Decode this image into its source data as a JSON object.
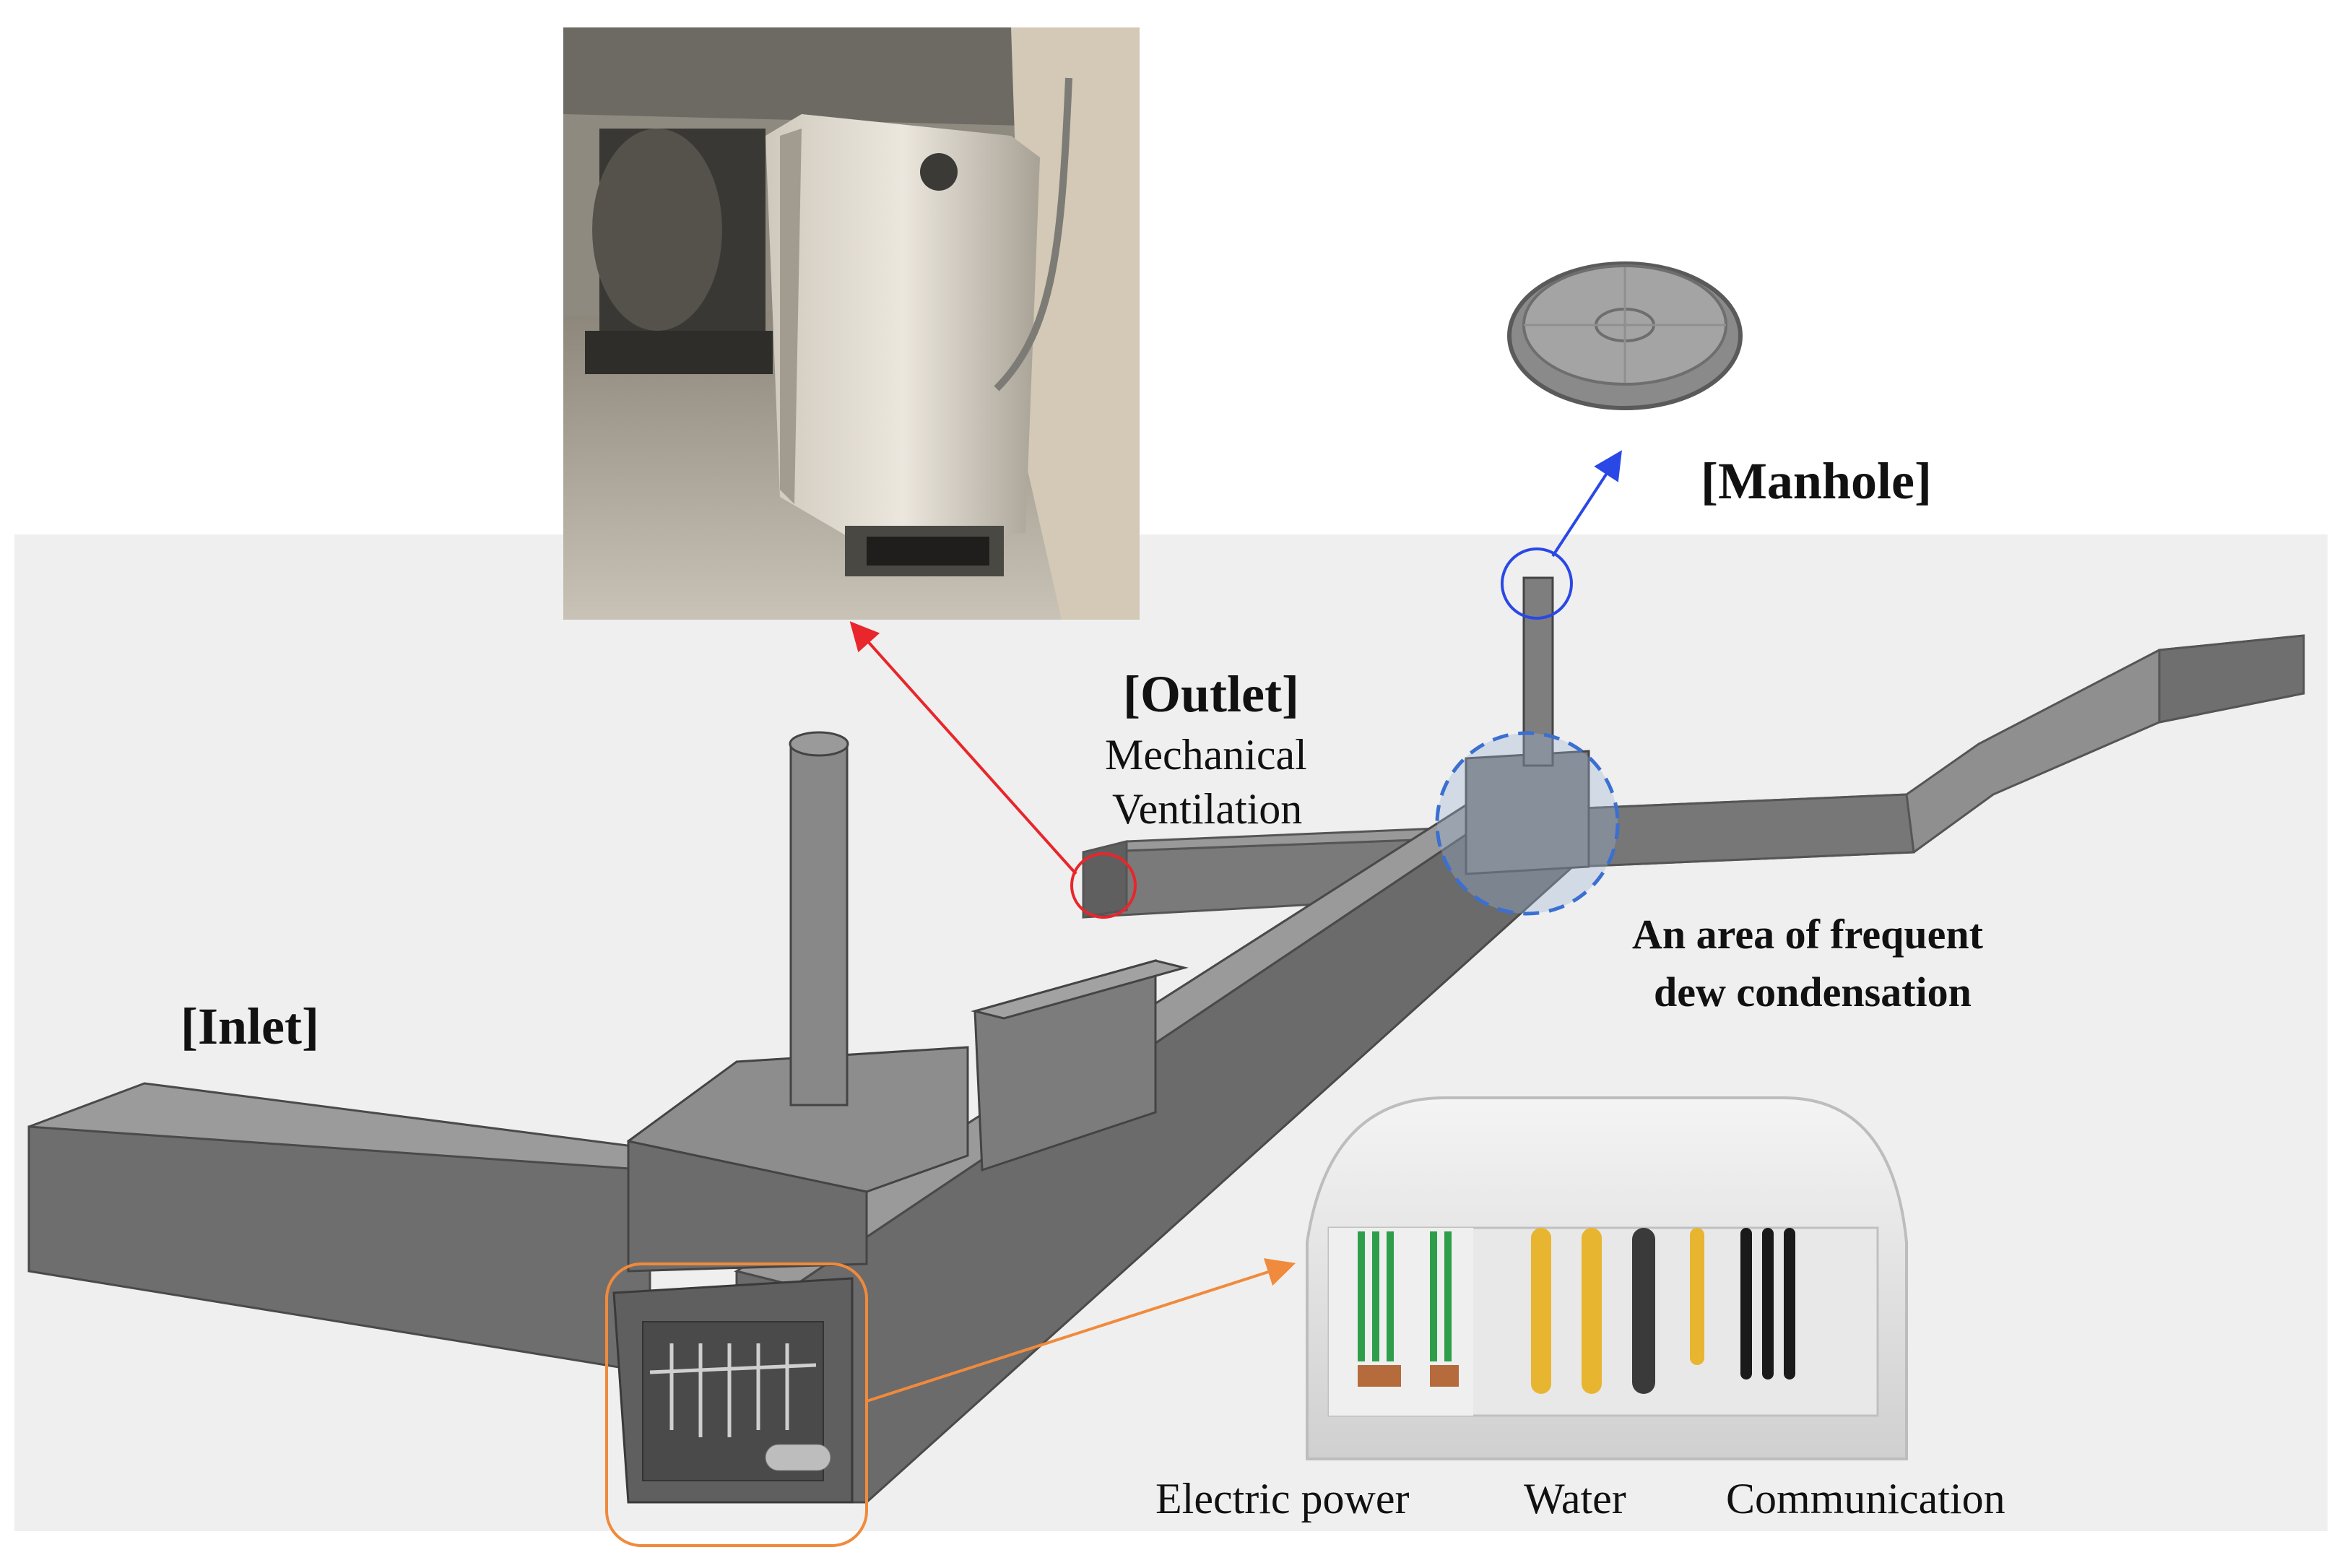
{
  "labels": {
    "inlet": "[Inlet]",
    "outlet_title": "[Outlet]",
    "outlet_line1": "Mechanical",
    "outlet_line2": "Ventilation",
    "manhole": "[Manhole]",
    "condensation_line1": "An area of frequent",
    "condensation_line2": "dew condensation",
    "electric_power": "Electric power",
    "water": "Water",
    "communication": "Communication"
  },
  "colors": {
    "background_panel": "#efefef",
    "tunnel_top": "#8c8c8c",
    "tunnel_side": "#6f6f6f",
    "tunnel_dark": "#555555",
    "arrow_red": "#e8262b",
    "arrow_blue": "#2a48e6",
    "arrow_orange": "#f08a3c",
    "highlight_blue_dashed": "#3b6fd1",
    "power_cable_green": "#2e9e4a",
    "water_pipe_yellow": "#e8b530",
    "comm_cable_black": "#1a1a1a"
  },
  "icons": [
    "manhole-cover-icon",
    "ventilation-unit-photo",
    "utility-tunnel-3d-model",
    "cable-tunnel-cross-section"
  ]
}
